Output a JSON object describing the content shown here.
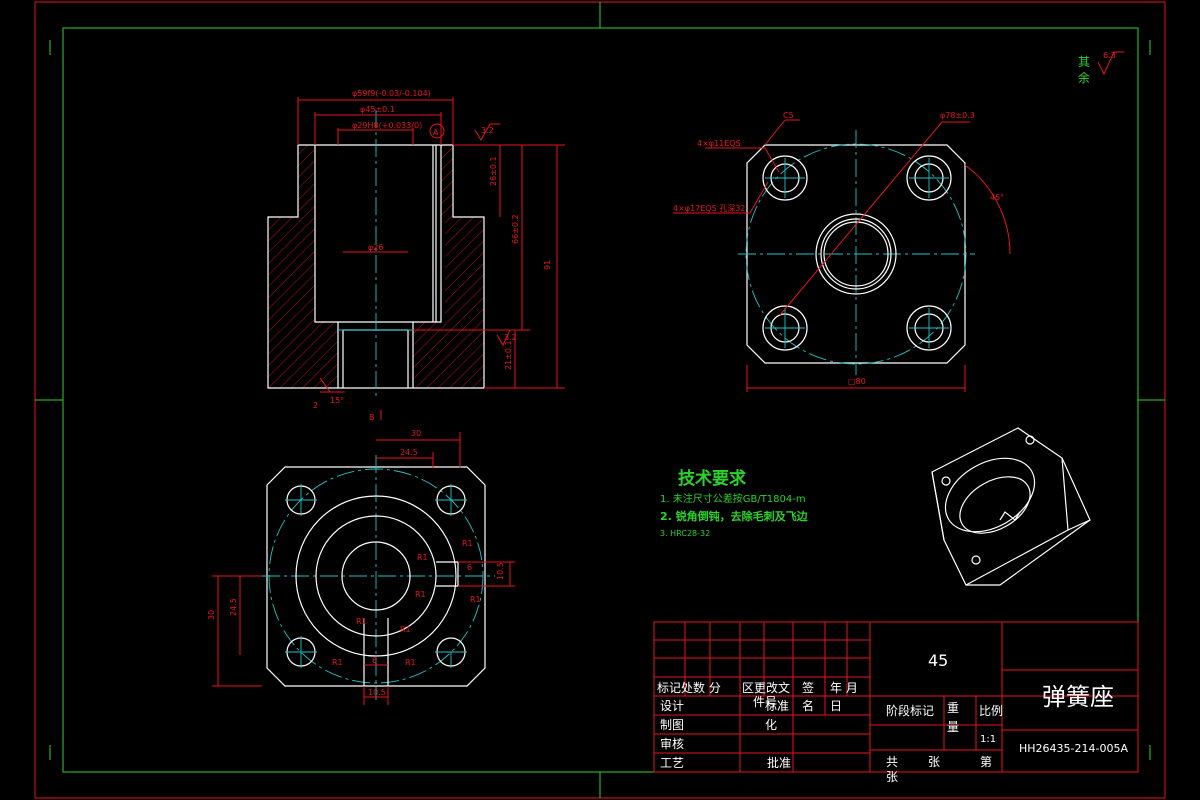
{
  "colors": {
    "background": "#000000",
    "outline": "#ffffff",
    "dimension": "#e8141e",
    "frame": "#2bd32b",
    "centerline": "#22c4c4"
  },
  "roughness": {
    "label_1": "其",
    "label_2": "余",
    "value": "6.3"
  },
  "front_view": {
    "dim_outer": "φ59f9(-0.03/-0.104)",
    "dim_mid": "φ45±0.1",
    "dim_bore": "φ29H8(+0.033/0)",
    "dim_inner": "φ26",
    "dim_height": "91",
    "dim_upper": "66±0.2",
    "dim_step": "26±0.1",
    "dim_lower": "21±0.1",
    "rough_a": "3.2",
    "rough_b": "3.2",
    "datum": "A",
    "chamfer_angle": "15°",
    "chamfer_size": "2",
    "section_label": "B"
  },
  "top_view": {
    "chamfer": "C5",
    "holes_1": "4×φ11EQS",
    "holes_2": "4×φ17EQS 孔深32",
    "pcd": "φ78±0.3",
    "angle": "45°",
    "width": "□80"
  },
  "bottom_view": {
    "dim_30h": "30",
    "dim_245h": "24.5",
    "dim_30v": "30",
    "dim_245v": "24.5",
    "dim_105r": "10.5",
    "dim_6r": "6",
    "dim_6b": "6",
    "dim_105b": "10.5",
    "radius": "R1"
  },
  "requirements": {
    "title": "技术要求",
    "item1": "1. 未注尺寸公差按GB/T1804-m",
    "item2": "2. 锐角倒钝，去除毛刺及飞边",
    "item3": "3. HRC28-32"
  },
  "title_block": {
    "material": "45",
    "part_name": "弹簧座",
    "drawing_no": "HH26435-214-005A",
    "scale": "1:1",
    "row_header": "标记处数 分",
    "area": "区更改文",
    "file_no": "件号",
    "signature": "签",
    "name": "名",
    "year_month": "年 月",
    "day": "日",
    "design": "设计",
    "standard": "标准",
    "standard2": "化",
    "drawing": "制图",
    "review": "审核",
    "process": "工艺",
    "approve": "批准",
    "stage": "阶段标记",
    "weight": "重",
    "weight2": "量",
    "ratio": "比例",
    "total": "共",
    "sheet": "张",
    "sheet2": "张",
    "num": "第"
  }
}
